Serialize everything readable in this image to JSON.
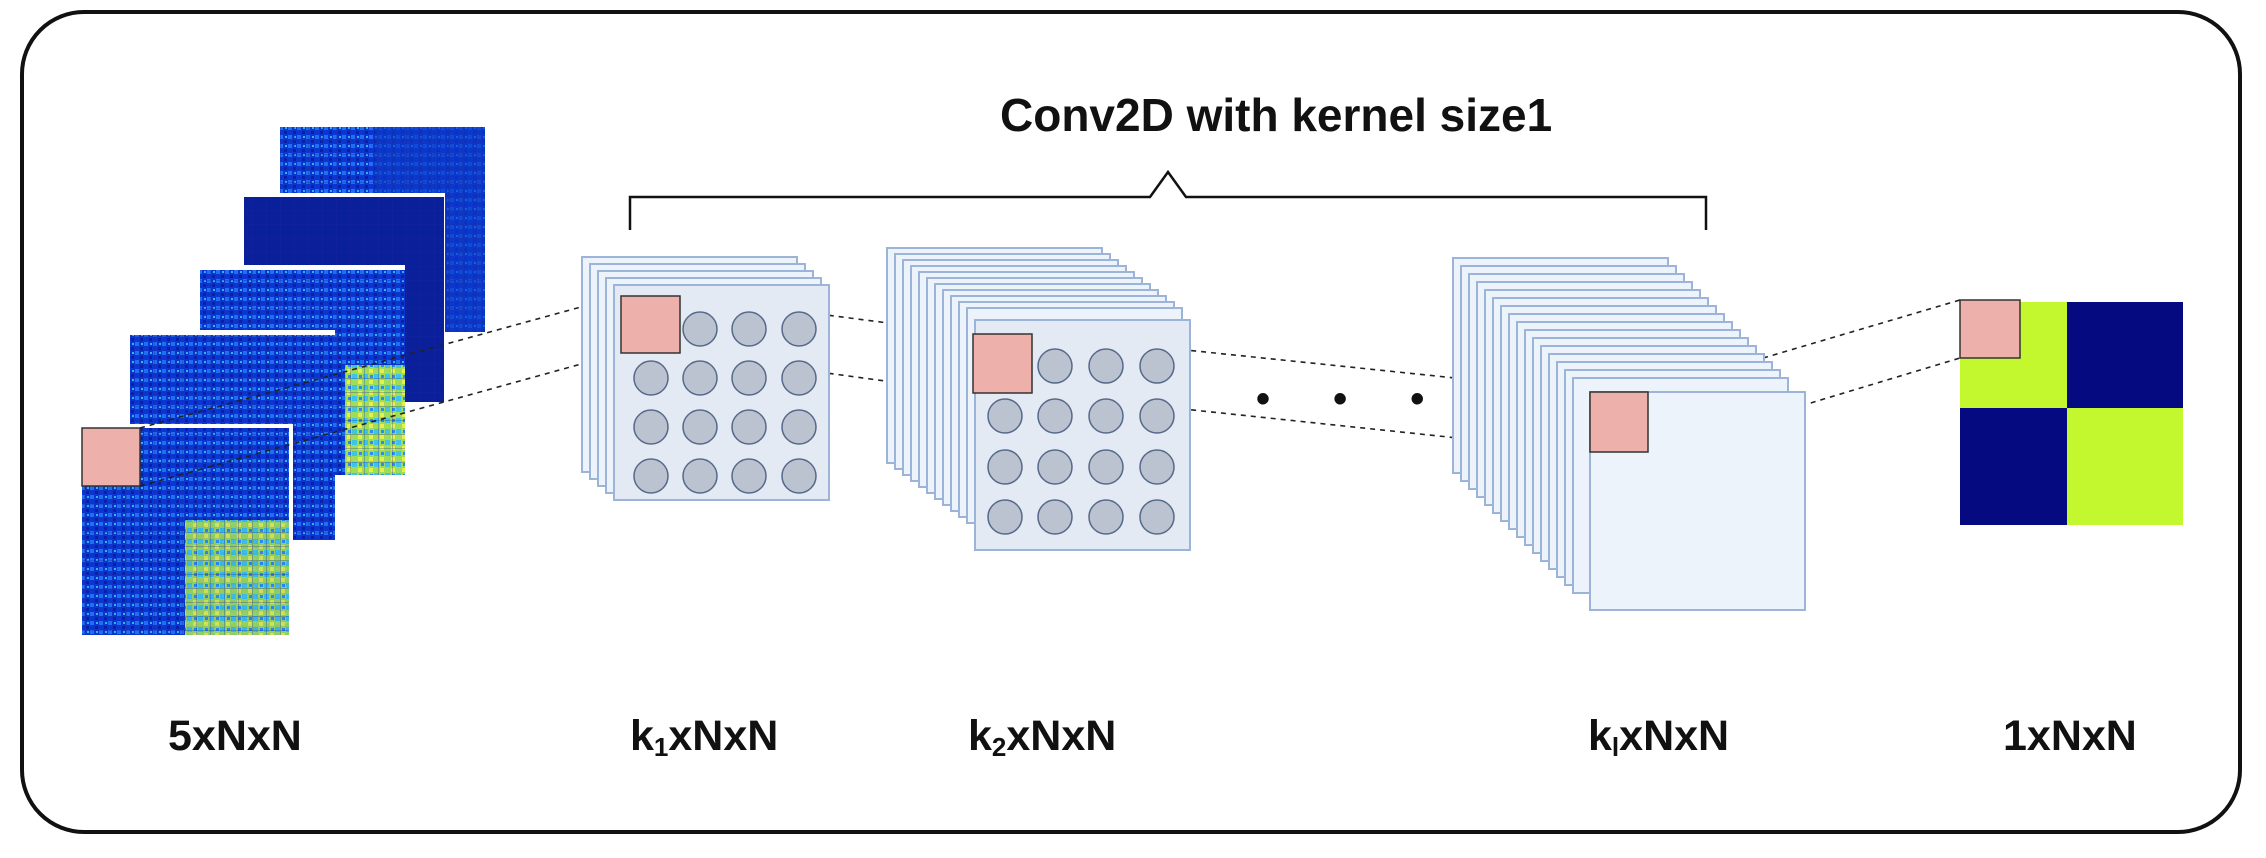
{
  "title": "Conv2D with kernel size1",
  "labels": {
    "input": "5xNxN",
    "layer1": {
      "prefix": "k",
      "sub": "1",
      "suffix": "xNxN"
    },
    "layer2": {
      "prefix": "k",
      "sub": "2",
      "suffix": "xNxN"
    },
    "layerl": {
      "prefix": "k",
      "sub": "l",
      "suffix": "xNxN"
    },
    "output": "1xNxN"
  },
  "ellipsis": "• • •",
  "colors": {
    "pixel_highlight": "#eeb0ab",
    "layer_fill": "#edf3fb",
    "layer_stroke": "#9bb4d8",
    "neuron_fill": "#bcc3d0",
    "output_blue": "#050a80",
    "output_green": "#c3f82e",
    "heatmap_blue": "#0a35d0"
  },
  "icons": [
    "heatmap-stack",
    "neuron-grid",
    "brace"
  ]
}
